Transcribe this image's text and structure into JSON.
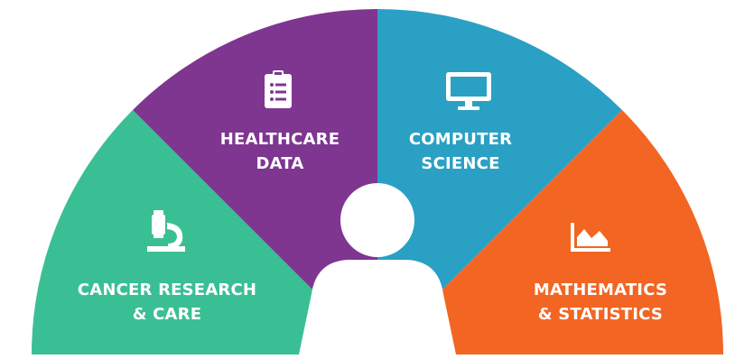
{
  "segments": [
    {
      "id": "cancer",
      "lines": [
        "CANCER RESEARCH",
        "& CARE"
      ],
      "color": "#3ABF94",
      "icon": "microscope-icon"
    },
    {
      "id": "healthcare",
      "lines": [
        "HEALTHCARE",
        "DATA"
      ],
      "color": "#7E3690",
      "icon": "clipboard-list-icon"
    },
    {
      "id": "computer",
      "lines": [
        "COMPUTER",
        "SCIENCE"
      ],
      "color": "#2AA0C4",
      "icon": "monitor-icon"
    },
    {
      "id": "math",
      "lines": [
        "MATHEMATICS",
        "& STATISTICS"
      ],
      "color": "#F26522",
      "icon": "area-chart-icon"
    }
  ],
  "person": {
    "icon": "person-silhouette-icon",
    "color": "#ffffff"
  }
}
